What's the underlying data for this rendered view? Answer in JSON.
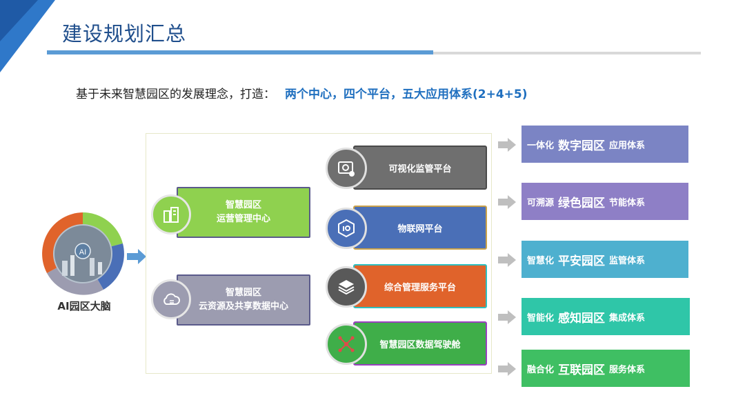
{
  "header": {
    "title": "建设规划汇总"
  },
  "intro": {
    "text": "基于未来智慧园区的发展理念，打造：",
    "highlight": "两个中心，四个平台，五大应用体系(2+4+5)"
  },
  "brain": {
    "label": "AI园区大脑",
    "center_text": "AI"
  },
  "centers": [
    {
      "line1": "智慧园区",
      "line2": "运营管理中心",
      "icon": "buildings-icon",
      "color": "#8fd14f"
    },
    {
      "line1": "智慧园区",
      "line2": "云资源及共享数据中心",
      "icon": "cloud-icon",
      "color": "#9c9cb0"
    }
  ],
  "platforms": [
    {
      "label": "可视化监管平台",
      "icon": "monitor-icon",
      "color": "#6f6f6f"
    },
    {
      "label": "物联网平台",
      "icon": "iot-icon",
      "color": "#4a6fb7"
    },
    {
      "label": "综合管理服务平台",
      "icon": "layers-icon",
      "color": "#e0632b"
    },
    {
      "label": "智慧园区数据驾驶舱",
      "icon": "network-icon",
      "color": "#3fae49"
    }
  ],
  "systems": [
    {
      "prefix": "一体化",
      "main": "数字园区",
      "suffix": "应用体系",
      "color": "#7b84c4"
    },
    {
      "prefix": "可溯源",
      "main": "绿色园区",
      "suffix": "节能体系",
      "color": "#8e7fc6"
    },
    {
      "prefix": "智慧化",
      "main": "平安园区",
      "suffix": "监管体系",
      "color": "#4eb0cf"
    },
    {
      "prefix": "智能化",
      "main": "感知园区",
      "suffix": "集成体系",
      "color": "#2fc6a8"
    },
    {
      "prefix": "融合化",
      "main": "互联园区",
      "suffix": "服务体系",
      "color": "#3fbf63"
    }
  ]
}
